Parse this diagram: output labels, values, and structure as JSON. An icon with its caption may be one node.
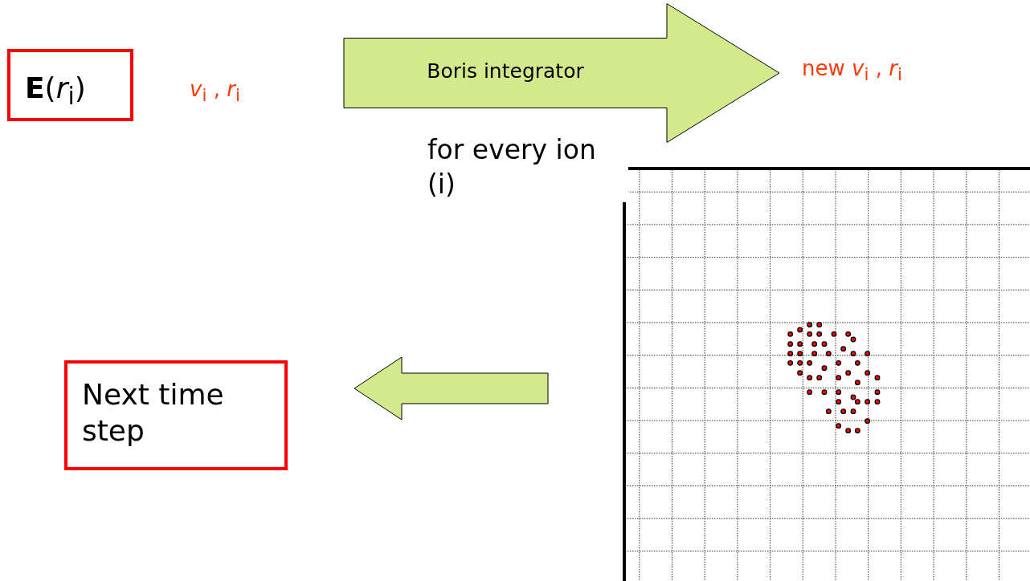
{
  "diagram": {
    "nodes": [
      {
        "text": [
          "**E**(*r*$_{i}$)"
        ]
      },
      {
        "text": [
          "*v*$_{i}$ , *r*$_{i}$"
        ]
      },
      {
        "text": [
          "new *v*$_{i}$ , *r*$_{i}$"
        ]
      },
      {
        "text": [],
        "shape": "picture"
      },
      {
        "text": [
          "Next time step"
        ]
      }
    ],
    "edges": [
      {
        "from": 1,
        "to": 2,
        "arrow": "to",
        "label": "Boris integrator",
        "style": "thick"
      },
      {
        "from": 3,
        "to": 4,
        "arrow": "to",
        "style": "thick"
      }
    ],
    "labels": [
      "for every ion (i)"
    ]
  }
}
